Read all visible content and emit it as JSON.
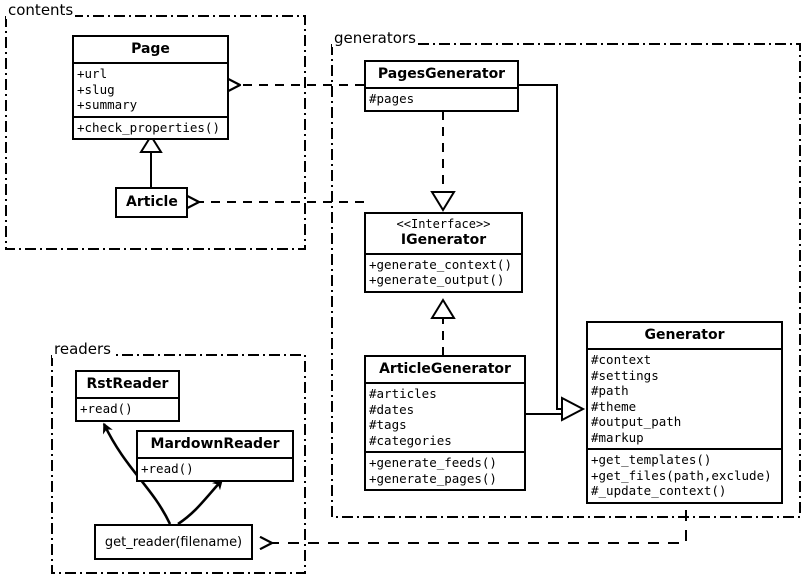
{
  "diagram": {
    "title": "Pelican architecture UML class diagram",
    "type": "uml-class-diagram",
    "colors": {
      "stroke": "#000000",
      "background": "#ffffff",
      "text": "#000000"
    }
  },
  "packages": [
    {
      "id": "contents",
      "label": "contents"
    },
    {
      "id": "generators",
      "label": "generators"
    },
    {
      "id": "readers",
      "label": "readers"
    }
  ],
  "classes": {
    "page": {
      "name": "Page",
      "attributes": [
        "+url",
        "+slug",
        "+summary"
      ],
      "methods": [
        "+check_properties()"
      ]
    },
    "article": {
      "name": "Article",
      "attributes": [],
      "methods": []
    },
    "pages_generator": {
      "name": "PagesGenerator",
      "attributes": [
        "#pages"
      ],
      "methods": []
    },
    "igenerator": {
      "stereotype": "<<Interface>>",
      "name": "IGenerator",
      "attributes": [],
      "methods": [
        "+generate_context()",
        "+generate_output()"
      ]
    },
    "article_generator": {
      "name": "ArticleGenerator",
      "attributes": [
        "#articles",
        "#dates",
        "#tags",
        "#categories"
      ],
      "methods": [
        "+generate_feeds()",
        "+generate_pages()"
      ]
    },
    "generator": {
      "name": "Generator",
      "attributes": [
        "#context",
        "#settings",
        "#path",
        "#theme",
        "#output_path",
        "#markup"
      ],
      "methods": [
        "+get_templates()",
        "+get_files(path,exclude)",
        "#_update_context()"
      ]
    },
    "rst_reader": {
      "name": "RstReader",
      "attributes": [],
      "methods": [
        "+read()"
      ]
    },
    "mardown_reader": {
      "name": "MardownReader",
      "attributes": [],
      "methods": [
        "+read()"
      ]
    },
    "get_reader": {
      "name": "get_reader(filename)"
    }
  },
  "relations": [
    {
      "id": "article-inherits-page",
      "from": "article",
      "to": "page",
      "kind": "generalization"
    },
    {
      "id": "pagesgenerator-realizes-igenerator",
      "from": "pages_generator",
      "to": "igenerator",
      "kind": "realization"
    },
    {
      "id": "articlegenerator-realizes-igenerator",
      "from": "article_generator",
      "to": "igenerator",
      "kind": "realization"
    },
    {
      "id": "pagesgenerator-inherits-generator",
      "from": "pages_generator",
      "to": "generator",
      "kind": "generalization"
    },
    {
      "id": "articlegenerator-inherits-generator",
      "from": "article_generator",
      "to": "generator",
      "kind": "generalization"
    },
    {
      "id": "pagesgenerator-uses-page",
      "from": "pages_generator",
      "to": "page",
      "kind": "dependency"
    },
    {
      "id": "articlegenerator-uses-article",
      "from": "article_generator",
      "to": "article",
      "kind": "dependency"
    },
    {
      "id": "generator-uses-get-reader",
      "from": "generator",
      "to": "get_reader",
      "kind": "dependency"
    },
    {
      "id": "get-reader-returns-rstreader",
      "from": "get_reader",
      "to": "rst_reader",
      "kind": "flow"
    },
    {
      "id": "get-reader-returns-mardownreader",
      "from": "get_reader",
      "to": "mardown_reader",
      "kind": "flow"
    }
  ]
}
